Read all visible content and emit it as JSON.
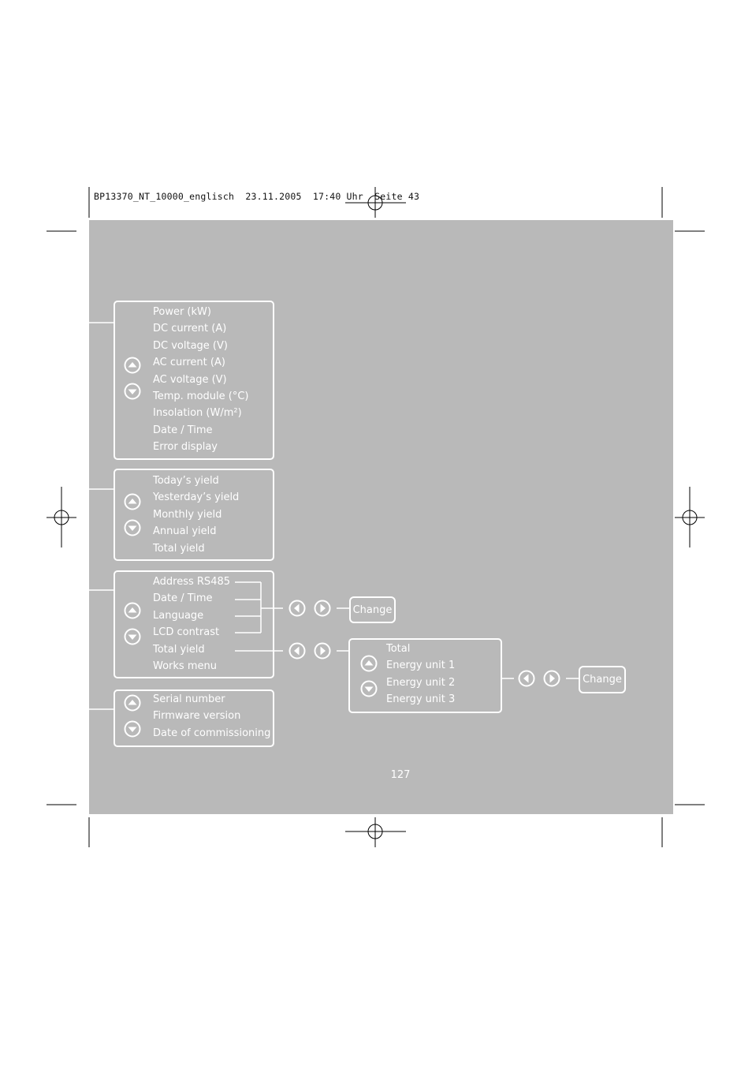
{
  "slug_line": "BP13370_NT_10000_englisch  23.11.2005  17:40 Uhr  Seite 43",
  "menu_display": [
    "Power (kW)",
    "DC current (A)",
    "DC voltage (V)",
    "AC current (A)",
    "AC voltage (V)",
    "Temp. module (°C)",
    "Insolation (W/m²)",
    "Date / Time",
    "Error display"
  ],
  "menu_yield": [
    "Today’s yield",
    "Yesterday’s yield",
    "Monthly yield",
    "Annual yield",
    "Total yield"
  ],
  "menu_settings": [
    "Address RS485",
    "Date / Time",
    "Language",
    "LCD contrast",
    "Total yield",
    "Works menu"
  ],
  "menu_info": [
    "Serial number",
    "Firmware version",
    "Date of commissioning"
  ],
  "menu_total_yield": [
    "Total",
    "Energy unit 1",
    "Energy unit 2",
    "Energy unit 3"
  ],
  "change_label": "Change",
  "page_number": "127",
  "colors": {
    "panel": "#b9b9b9",
    "line": "#ffffff",
    "crop_marks": "#000000"
  },
  "icons": [
    "arrow-up-icon",
    "arrow-down-icon",
    "arrow-left-icon",
    "arrow-right-icon"
  ]
}
